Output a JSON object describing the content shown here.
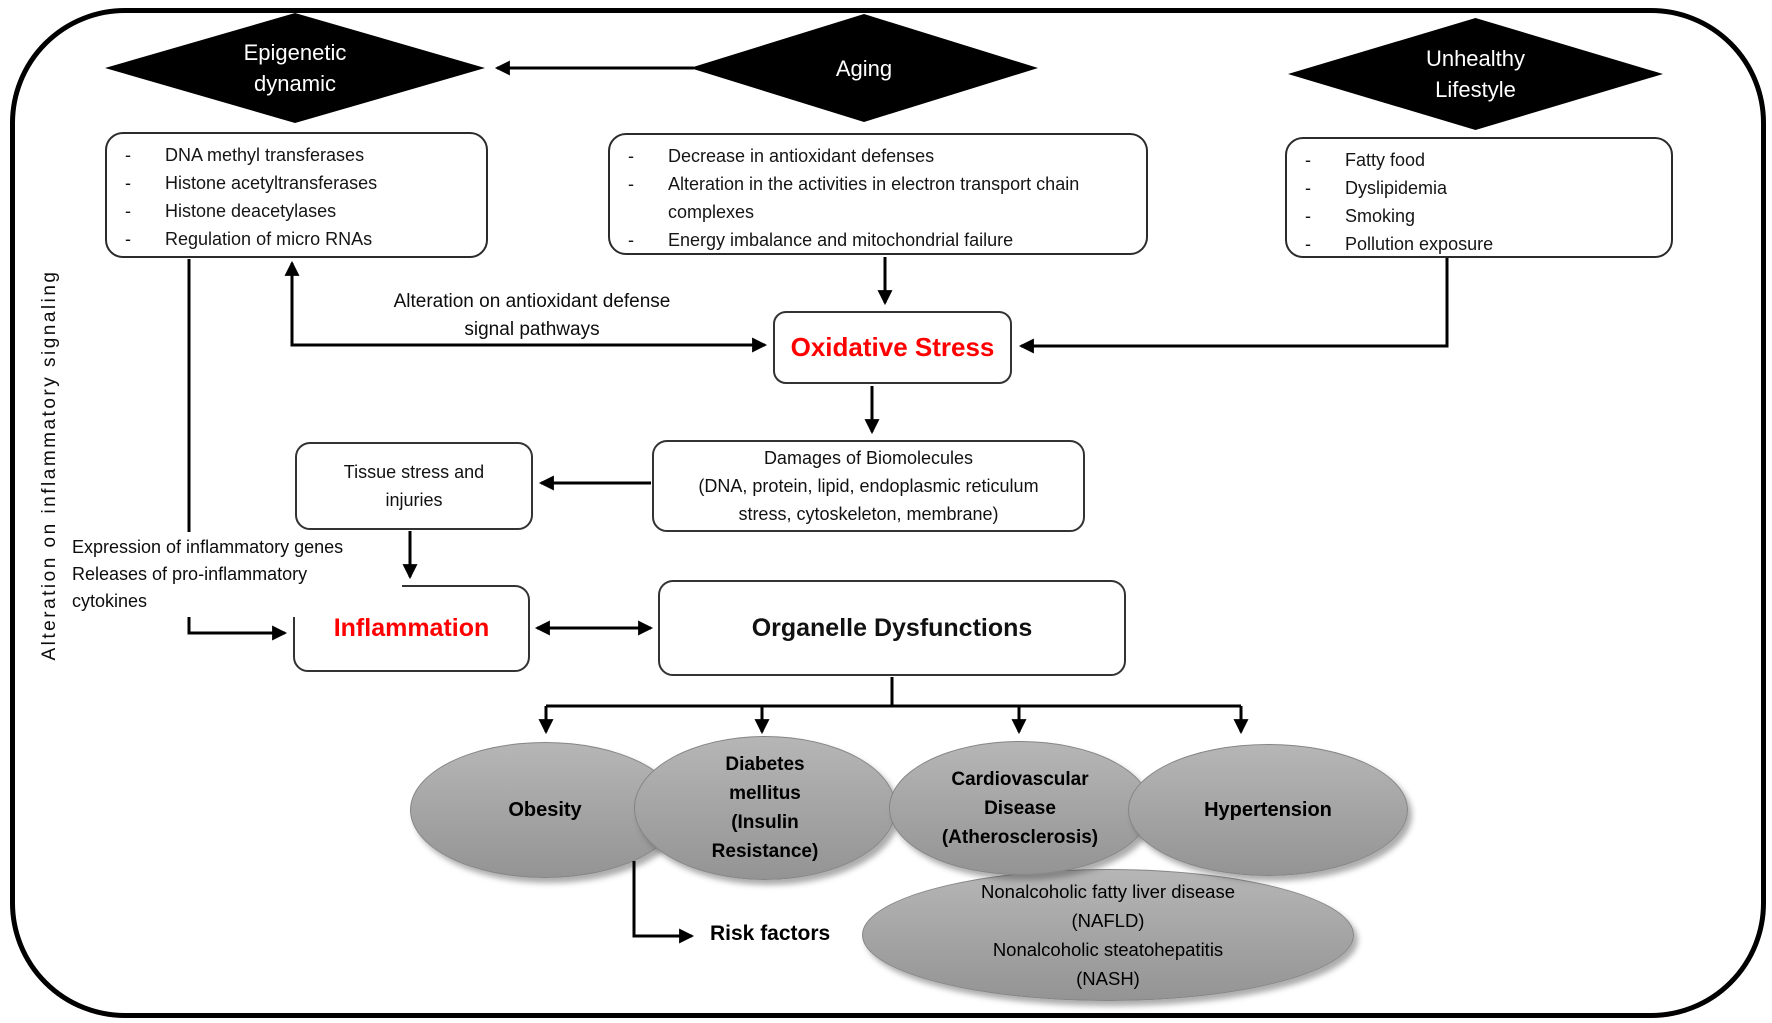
{
  "bullet": "-",
  "colors": {
    "accent_red": "#FF0000",
    "diamond_fill": "#000000",
    "outcome_ellipse_gray": "#9E9E9E",
    "liver_ellipse_gray": "#D5D5D5",
    "line_black": "#000000"
  },
  "side_label": "Alteration on inflammatory signaling",
  "diamonds": {
    "epigenetic": {
      "label": "Epigenetic\ndynamic"
    },
    "aging": {
      "label": "Aging"
    },
    "unhealthy": {
      "label": "Unhealthy\nLifestyle"
    }
  },
  "lists": {
    "epigenetic": {
      "items": [
        "DNA methyl transferases",
        "Histone acetyltransferases",
        "Histone deacetylases",
        "Regulation of micro RNAs"
      ]
    },
    "aging": {
      "items": [
        "Decrease in antioxidant defenses",
        "Alteration in the activities in electron transport chain complexes",
        "Energy imbalance and mitochondrial failure"
      ]
    },
    "unhealthy": {
      "items": [
        "Fatty food",
        "Dyslipidemia",
        "Smoking",
        "Pollution exposure"
      ]
    }
  },
  "annotations": {
    "antioxidant_pathways": "Alteration on antioxidant defense\nsignal pathways",
    "inflammatory_genes": "Expression of inflammatory genes\nReleases of pro-inflammatory\ncytokines",
    "risk_factors": "Risk factors"
  },
  "nodes": {
    "oxidative_stress": {
      "label": "Oxidative Stress"
    },
    "damages": {
      "label": "Damages of Biomolecules\n(DNA, protein, lipid, endoplasmic reticulum\nstress, cytoskeleton, membrane)"
    },
    "tissue_stress": {
      "label": "Tissue stress and\ninjuries"
    },
    "inflammation": {
      "label": "Inflammation"
    },
    "organelle": {
      "label": "Organelle Dysfunctions"
    }
  },
  "outcomes": {
    "obesity": {
      "label": "Obesity"
    },
    "diabetes": {
      "label": "Diabetes\nmellitus\n(Insulin\nResistance)"
    },
    "cardiovascular": {
      "label": "Cardiovascular\nDisease\n(Atherosclerosis)"
    },
    "hypertension": {
      "label": "Hypertension"
    },
    "liver": {
      "label": "Nonalcoholic fatty liver disease\n(NAFLD)\nNonalcoholic steatohepatitis\n(NASH)"
    }
  }
}
